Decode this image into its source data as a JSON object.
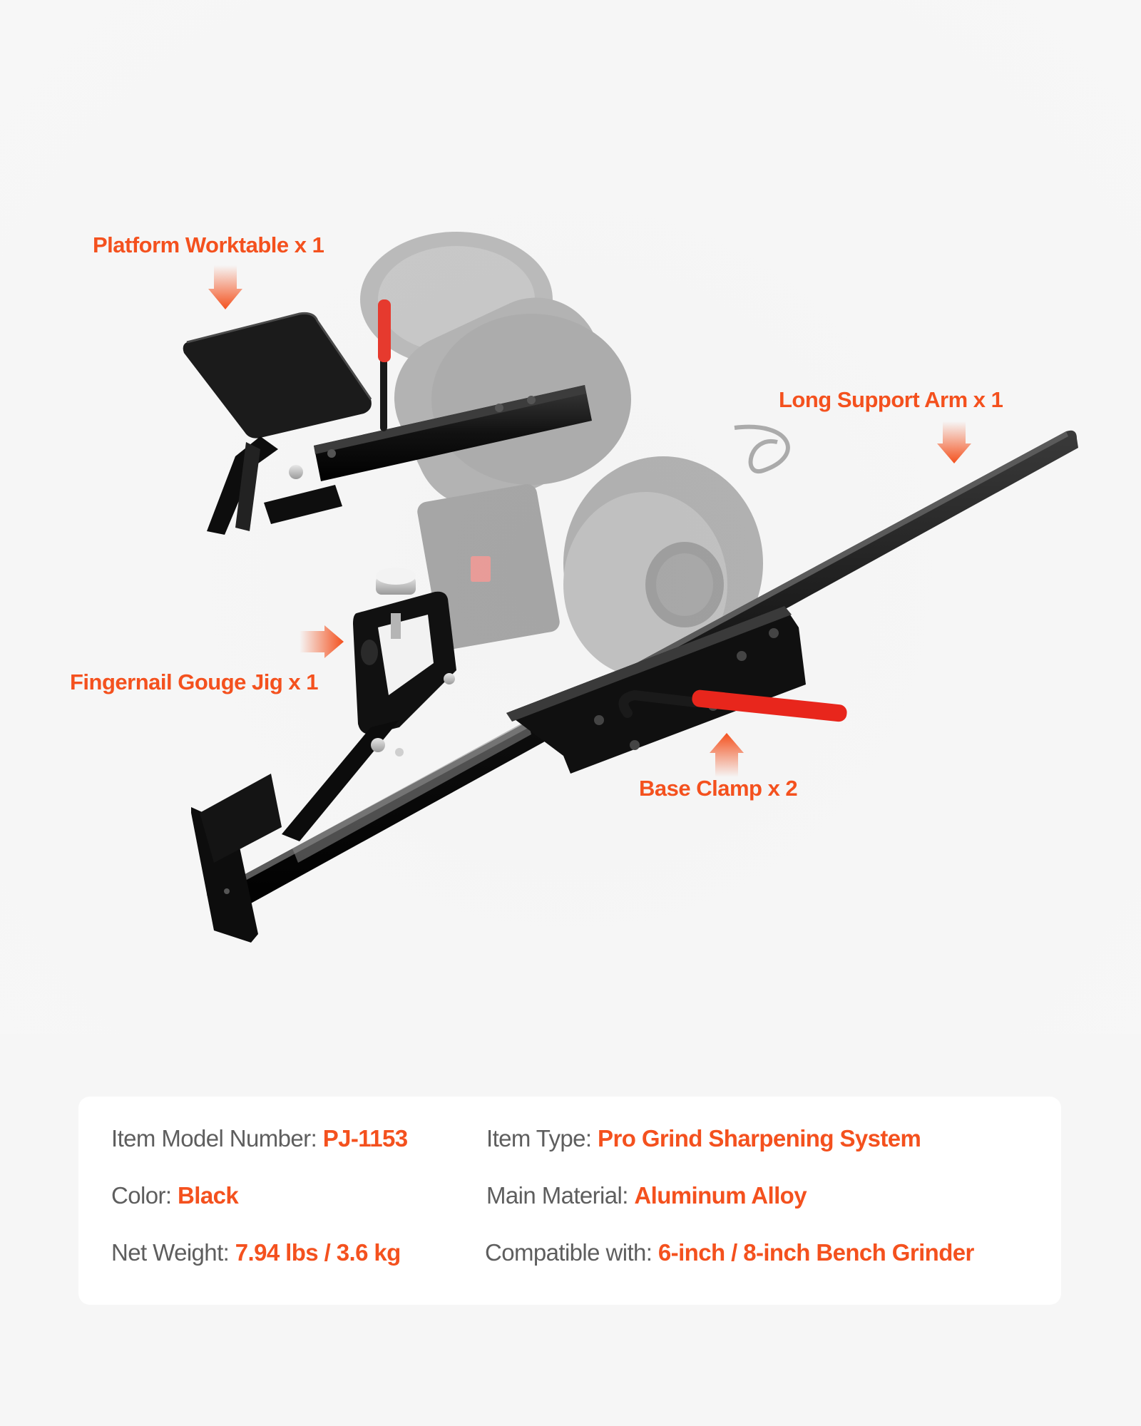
{
  "colors": {
    "accent": "#f4511e",
    "label_text": "#5e5e5e",
    "background": "#f6f6f6",
    "card": "#ffffff",
    "part_black": "#111111",
    "handle_red": "#e8261c"
  },
  "callouts": [
    {
      "id": "platform-worktable",
      "label": "Platform Worktable x 1",
      "arrow_direction": "down"
    },
    {
      "id": "long-support-arm",
      "label": "Long Support Arm x 1",
      "arrow_direction": "down"
    },
    {
      "id": "fingernail-gouge-jig",
      "label": "Fingernail Gouge Jig x 1",
      "arrow_direction": "right"
    },
    {
      "id": "base-clamp",
      "label": "Base Clamp x 2",
      "arrow_direction": "up"
    }
  ],
  "specs": {
    "left": [
      {
        "label": "Item Model Number:",
        "value": "PJ-1153"
      },
      {
        "label": "Color:",
        "value": "Black"
      },
      {
        "label": "Net Weight:",
        "value": "7.94 lbs / 3.6 kg"
      }
    ],
    "right": [
      {
        "label": "Item Type:",
        "value": "Pro Grind Sharpening System"
      },
      {
        "label": "Main Material:",
        "value": "Aluminum Alloy"
      },
      {
        "label": "Compatible with:",
        "value": "6-inch / 8-inch Bench Grinder"
      }
    ]
  }
}
